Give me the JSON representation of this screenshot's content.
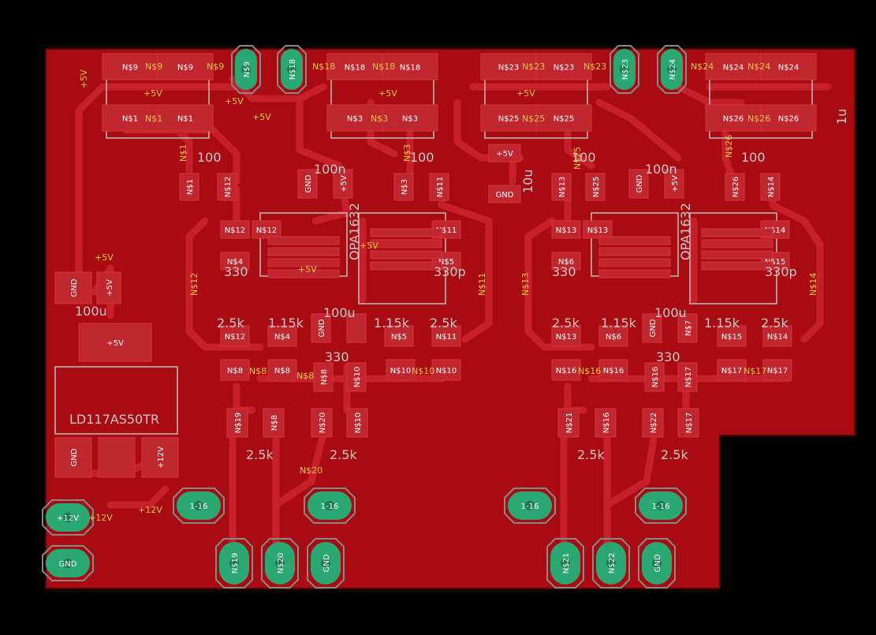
{
  "board": {
    "copper_color": "#a80c12",
    "pad_color": "#c0262e",
    "via_color": "#2ba872",
    "silk_color": "#c8c8c8",
    "label_color": "#e8c74a"
  },
  "regulator": {
    "name": "LD117AS50TR",
    "out_label": "+5V"
  },
  "values": {
    "r100": "100",
    "c100n": "100n",
    "c1u": "1u",
    "c10u": "10u",
    "r330": "330",
    "c330p": "330p",
    "r2_5k": "2.5k",
    "r1_15k": "1.15k",
    "c100u": "100u",
    "opamp": "OPA1632",
    "r1_16": "1-16"
  },
  "nets": {
    "gnd": "GND",
    "p5v": "+5V",
    "p12v": "+12V",
    "n1": "N$1",
    "n3": "N$3",
    "n4": "N$4",
    "n5": "N$5",
    "n6": "N$6",
    "n7": "N$7",
    "n8": "N$8",
    "n9": "N$9",
    "n10": "N$10",
    "n11": "N$11",
    "n12": "N$12",
    "n13": "N$13",
    "n14": "N$14",
    "n15": "N$15",
    "n16": "N$16",
    "n17": "N$17",
    "n18": "N$18",
    "n19": "N$19",
    "n20": "N$20",
    "n21": "N$21",
    "n22": "N$22",
    "n23": "N$23",
    "n24": "N$24",
    "n25": "N$25",
    "n26": "N$26"
  }
}
